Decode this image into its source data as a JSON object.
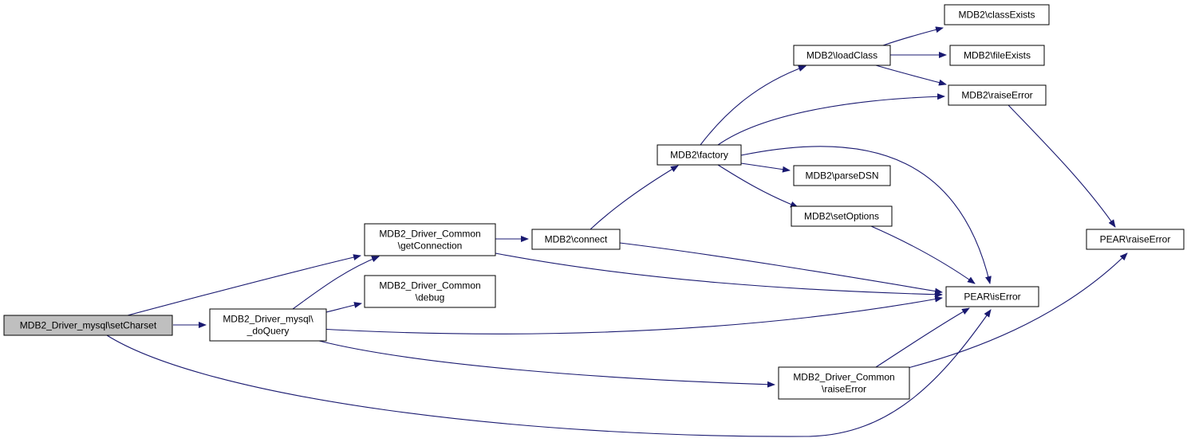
{
  "colors": {
    "node_fill": "#ffffff",
    "root_fill": "#bfbfbf",
    "node_border": "#000000",
    "edge": "#191970",
    "background": "#ffffff"
  },
  "nodes": [
    {
      "id": "setCharset",
      "lines": [
        "MDB2_Driver_mysql\\setCharset"
      ],
      "root": true
    },
    {
      "id": "getConnection",
      "lines": [
        "MDB2_Driver_Common",
        "\\getConnection"
      ]
    },
    {
      "id": "doQuery",
      "lines": [
        "MDB2_Driver_mysql\\",
        "_doQuery"
      ]
    },
    {
      "id": "debug",
      "lines": [
        "MDB2_Driver_Common",
        "\\debug"
      ]
    },
    {
      "id": "connect",
      "lines": [
        "MDB2\\connect"
      ]
    },
    {
      "id": "factory",
      "lines": [
        "MDB2\\factory"
      ]
    },
    {
      "id": "loadClass",
      "lines": [
        "MDB2\\loadClass"
      ]
    },
    {
      "id": "classExists",
      "lines": [
        "MDB2\\classExists"
      ]
    },
    {
      "id": "fileExists",
      "lines": [
        "MDB2\\fileExists"
      ]
    },
    {
      "id": "mdb2RaiseError",
      "lines": [
        "MDB2\\raiseError"
      ]
    },
    {
      "id": "parseDSN",
      "lines": [
        "MDB2\\parseDSN"
      ]
    },
    {
      "id": "setOptions",
      "lines": [
        "MDB2\\setOptions"
      ]
    },
    {
      "id": "isError",
      "lines": [
        "PEAR\\isError"
      ]
    },
    {
      "id": "commonRaiseError",
      "lines": [
        "MDB2_Driver_Common",
        "\\raiseError"
      ]
    },
    {
      "id": "pearRaiseError",
      "lines": [
        "PEAR\\raiseError"
      ]
    }
  ],
  "edges": [
    {
      "from": "setCharset",
      "to": "getConnection"
    },
    {
      "from": "setCharset",
      "to": "doQuery"
    },
    {
      "from": "setCharset",
      "to": "isError"
    },
    {
      "from": "getConnection",
      "to": "connect"
    },
    {
      "from": "getConnection",
      "to": "isError"
    },
    {
      "from": "doQuery",
      "to": "getConnection"
    },
    {
      "from": "doQuery",
      "to": "debug"
    },
    {
      "from": "doQuery",
      "to": "isError"
    },
    {
      "from": "doQuery",
      "to": "commonRaiseError"
    },
    {
      "from": "connect",
      "to": "factory"
    },
    {
      "from": "connect",
      "to": "isError"
    },
    {
      "from": "factory",
      "to": "loadClass"
    },
    {
      "from": "factory",
      "to": "mdb2RaiseError"
    },
    {
      "from": "factory",
      "to": "isError"
    },
    {
      "from": "factory",
      "to": "parseDSN"
    },
    {
      "from": "factory",
      "to": "setOptions"
    },
    {
      "from": "loadClass",
      "to": "classExists"
    },
    {
      "from": "loadClass",
      "to": "fileExists"
    },
    {
      "from": "loadClass",
      "to": "mdb2RaiseError"
    },
    {
      "from": "mdb2RaiseError",
      "to": "pearRaiseError"
    },
    {
      "from": "setOptions",
      "to": "isError"
    },
    {
      "from": "commonRaiseError",
      "to": "isError"
    },
    {
      "from": "commonRaiseError",
      "to": "pearRaiseError"
    }
  ]
}
